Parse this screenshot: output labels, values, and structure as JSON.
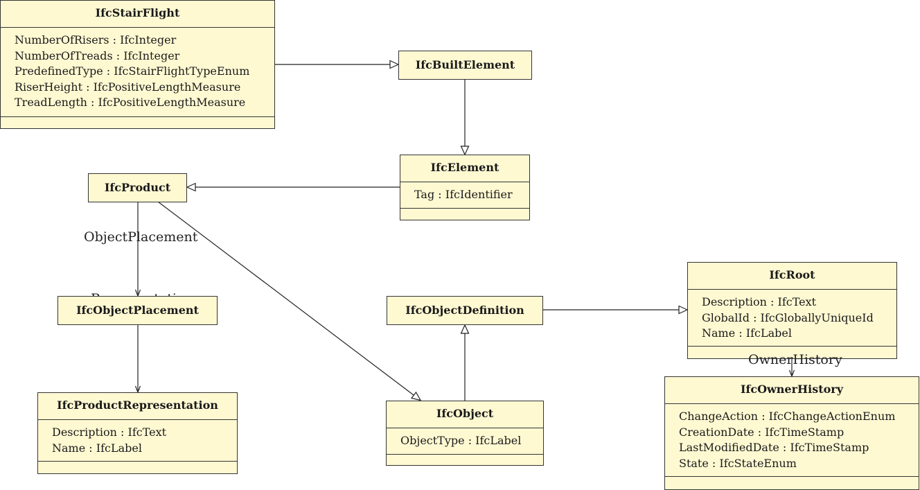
{
  "classes": {
    "stair": {
      "name": "IfcStairFlight",
      "attributes": [
        "NumberOfRisers : IfcInteger",
        "NumberOfTreads : IfcInteger",
        "PredefinedType : IfcStairFlightTypeEnum",
        "RiserHeight : IfcPositiveLengthMeasure",
        "TreadLength : IfcPositiveLengthMeasure"
      ]
    },
    "built": {
      "name": "IfcBuiltElement"
    },
    "element": {
      "name": "IfcElement",
      "attributes": [
        "Tag : IfcIdentifier"
      ]
    },
    "product": {
      "name": "IfcProduct"
    },
    "placement": {
      "name": "IfcObjectPlacement"
    },
    "prodrep": {
      "name": "IfcProductRepresentation",
      "attributes": [
        "Description : IfcText",
        "Name : IfcLabel"
      ]
    },
    "objdef": {
      "name": "IfcObjectDefinition"
    },
    "object": {
      "name": "IfcObject",
      "attributes": [
        "ObjectType : IfcLabel"
      ]
    },
    "root": {
      "name": "IfcRoot",
      "attributes": [
        "Description : IfcText",
        "GlobalId : IfcGloballyUniqueId",
        "Name : IfcLabel"
      ]
    },
    "owner": {
      "name": "IfcOwnerHistory",
      "attributes": [
        "ChangeAction : IfcChangeActionEnum",
        "CreationDate : IfcTimeStamp",
        "LastModifiedDate : IfcTimeStamp",
        "State : IfcStateEnum"
      ]
    }
  },
  "relations": {
    "object_placement": "ObjectPlacement",
    "representation": "Representation",
    "owner_history": "OwnerHistory"
  }
}
